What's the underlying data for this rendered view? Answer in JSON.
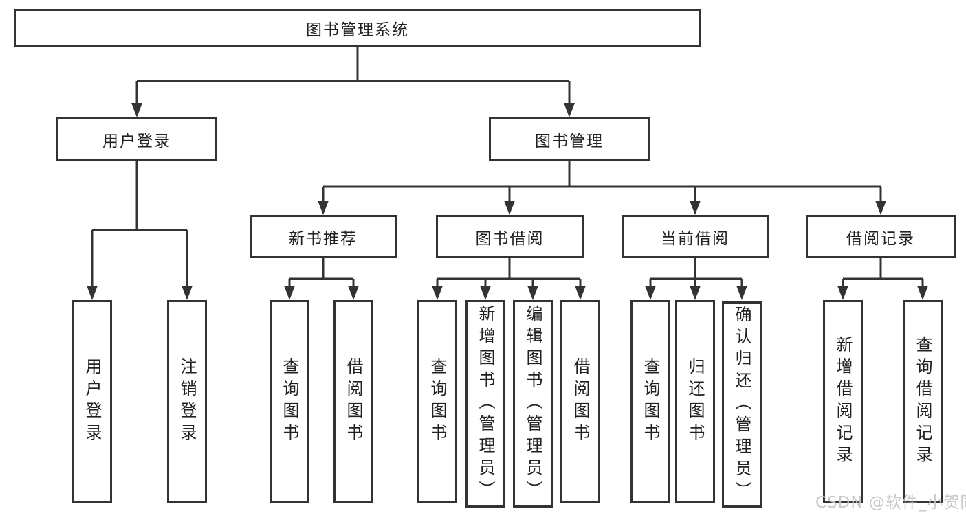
{
  "nodes": {
    "root": "图书管理系统",
    "level2": [
      "用户登录",
      "图书管理"
    ],
    "level3": [
      "新书推荐",
      "图书借阅",
      "当前借阅",
      "借阅记录"
    ],
    "leaves": {
      "user_login": [
        "用户登录",
        "注销登录"
      ],
      "new_book": [
        "查询图书",
        "借阅图书"
      ],
      "book_borrow": [
        "查询图书",
        "新增图书（管理员）",
        "编辑图书（管理员）",
        "借阅图书"
      ],
      "current_borrow": [
        "查询图书",
        "归还图书",
        "确认归还（管理员）"
      ],
      "records": [
        "新增借阅记录",
        "查询借阅记录"
      ]
    }
  },
  "watermark": {
    "text": "CSDN @软件_小贺同学"
  },
  "colors": {
    "line": "#333333",
    "text": "#212121",
    "box_background": "#ffffff",
    "page_background": "#ffffff",
    "watermark": "#c7c7c7"
  }
}
